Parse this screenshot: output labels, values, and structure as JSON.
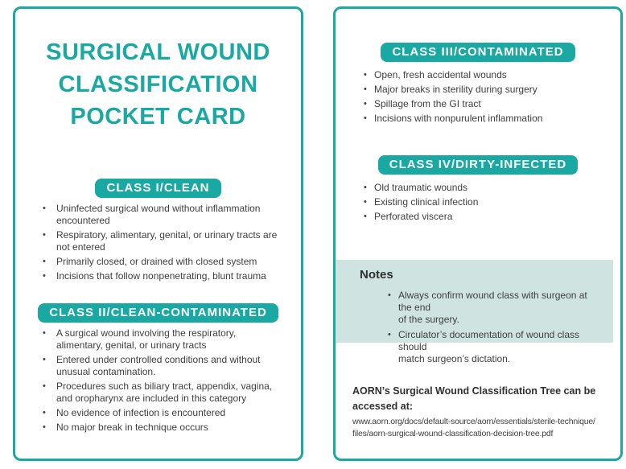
{
  "icons": {
    "bullet": "•"
  },
  "colors": {
    "accent_teal": "#1aa8a2",
    "notes_background": "#cfe4e1",
    "body_text": "#3e3e3e",
    "badge_text": "#ffffff"
  },
  "left_card": {
    "title_lines": [
      "SURGICAL WOUND",
      "CLASSIFICATION",
      "POCKET CARD"
    ],
    "sections": [
      {
        "badge": "CLASS I/CLEAN",
        "bullets": [
          "Uninfected surgical wound without inflammation\nencountered",
          "Respiratory, alimentary, genital, or urinary tracts are\nnot entered",
          "Primarily closed, or drained with closed system",
          "Incisions that follow nonpenetrating, blunt trauma"
        ]
      },
      {
        "badge": "CLASS II/CLEAN-CONTAMINATED",
        "bullets": [
          "A surgical wound involving the respiratory,\nalimentary, genital, or urinary tracts",
          "Entered under controlled conditions and without\nunusual contamination.",
          "Procedures such as biliary tract, appendix, vagina,\nand oropharynx are included in this category",
          "No evidence of infection is encountered",
          "No major break in technique occurs"
        ]
      }
    ]
  },
  "right_card": {
    "sections": [
      {
        "badge": "CLASS III/CONTAMINATED",
        "bullets": [
          "Open, fresh accidental wounds",
          "Major breaks in sterility during surgery",
          "Spillage from the GI tract",
          "Incisions with nonpurulent inflammation"
        ]
      },
      {
        "badge": "CLASS IV/DIRTY-INFECTED",
        "bullets": [
          "Old traumatic wounds",
          "Existing clinical infection",
          "Perforated viscera"
        ]
      }
    ],
    "notes": {
      "heading": "Notes",
      "bullets": [
        "Always confirm wound class with surgeon at the end\nof the surgery.",
        "Circulator’s documentation of wound class should\nmatch surgeon’s dictation."
      ]
    },
    "footer": {
      "heading": "AORN’s Surgical Wound Classification Tree can be\naccessed at:",
      "url": "www.aorn.org/docs/default-source/aorn/essentials/sterile-technique/\nfiles/aorn-surgical-wound-classification-decision-tree.pdf"
    }
  }
}
